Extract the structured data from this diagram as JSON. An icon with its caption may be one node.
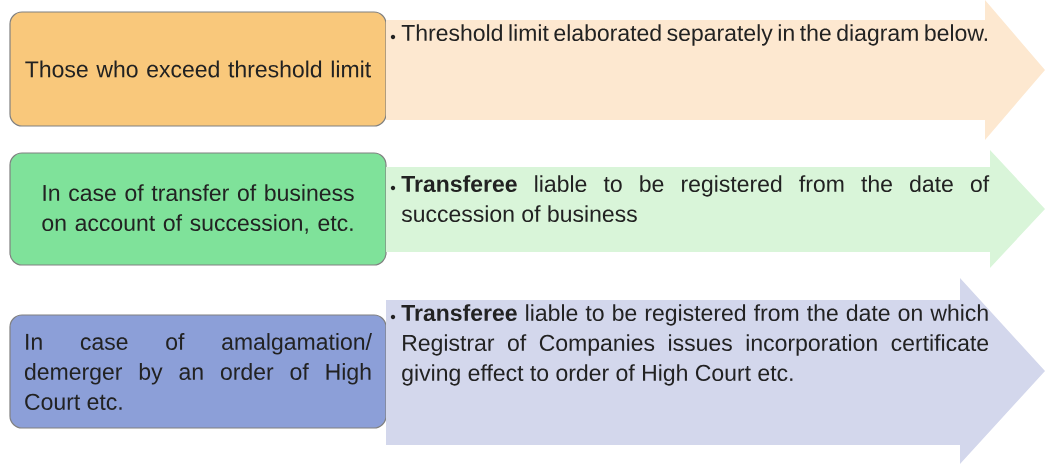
{
  "diagram": {
    "nodes": [
      {
        "text": [
          "Those who exceed threshold limit"
        ]
      },
      {
        "text": [
          "Threshold limit elaborated separately in the diagram below."
        ]
      },
      {
        "text": [
          "In case of transfer of business on account of succession, etc."
        ]
      },
      {
        "text": [
          "**Transferee** liable to be registered from the date of succession of business"
        ]
      },
      {
        "text": [
          "In case of amalgamation/ demerger by an order of High Court etc."
        ]
      },
      {
        "text": [
          "**Transferee** liable to be registered from the date on which Registrar of Companies issues incorporation certificate giving effect to order of High Court etc."
        ]
      }
    ]
  }
}
